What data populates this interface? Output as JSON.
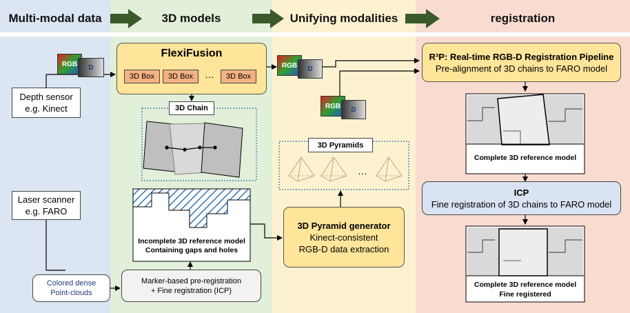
{
  "headers": {
    "multimodal": "Multi-modal data",
    "models3d": "3D models",
    "unifying": "Unifying modalities",
    "registration": "registration"
  },
  "rgbd": {
    "rgb": "RGB",
    "d": "D"
  },
  "col1": {
    "depth_sensor": [
      "Depth sensor",
      "e.g. Kinect"
    ],
    "laser_scanner": [
      "Laser scanner",
      "e.g. FARO"
    ],
    "point_clouds": [
      "Colored dense",
      "Point-clouds"
    ]
  },
  "col2": {
    "flexifusion": "FlexiFusion",
    "box_label": "3D Box",
    "ellipsis": "…",
    "chain_label": "3D Chain",
    "incomplete_model": [
      "Incomplete 3D reference model",
      "Containing gaps and holes"
    ],
    "preregistration": [
      "Marker-based pre-registration",
      "+ Fine registration (ICP)"
    ]
  },
  "col3": {
    "pyramids_label": "3D Pyramids",
    "ellipsis": "…",
    "generator": [
      "3D Pyramid generator",
      "Kinect-consistent",
      "RGB-D data extraction"
    ]
  },
  "col4": {
    "r3p_title": "R³P: Real-time RGB-D Registration Pipeline",
    "r3p_sub": "Pre-alignment of 3D chains to FARO model",
    "complete_model": "Complete 3D reference model",
    "icp_title": "ICP",
    "icp_sub": "Fine registration of 3D chains to FARO model",
    "final_model": [
      "Complete 3D reference model",
      "Fine registered"
    ]
  },
  "colors": {
    "col1_bg": "#dce6f2",
    "col2_bg": "#e2efd9",
    "col3_bg": "#fdf2d0",
    "col4_bg": "#f9dcd0",
    "header_arrow": "#3b5a2a",
    "box_orange": "#f4b183",
    "yellow": "#ffe599",
    "icp_blue": "#dae3f3",
    "dense_text": "#1f3d7a"
  }
}
